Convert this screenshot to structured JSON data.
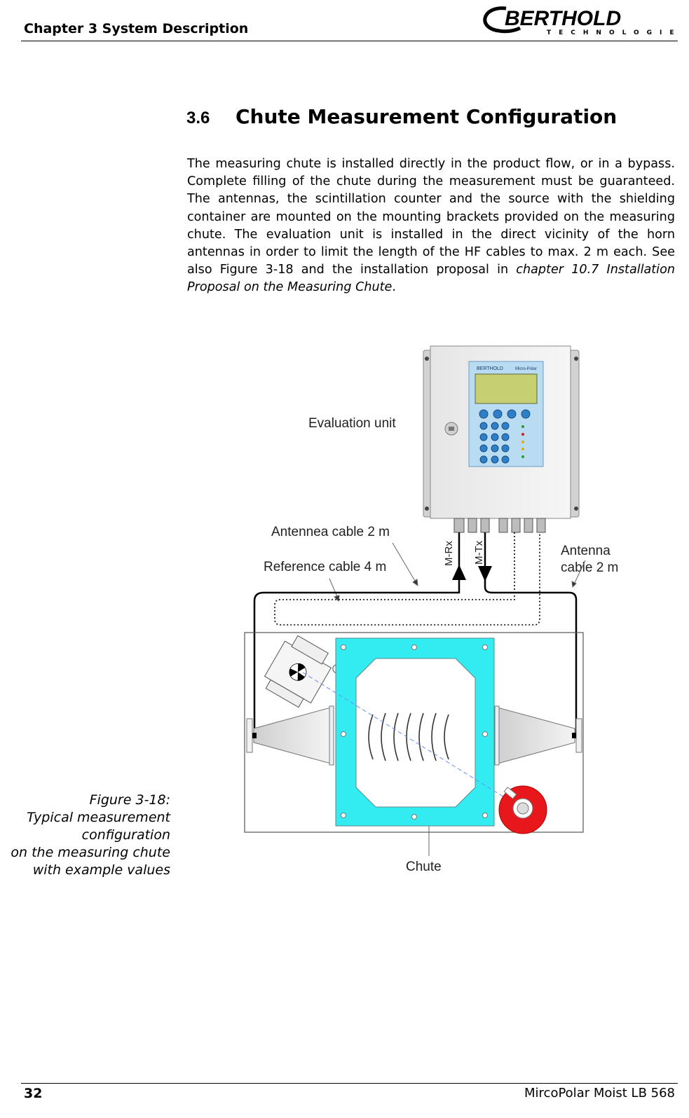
{
  "header": {
    "chapter": "Chapter 3 System Description",
    "logo_text": "BERTHOLD",
    "logo_sub": "TECHNOLOGIES"
  },
  "section": {
    "number": "3.6",
    "title": "Chute Measurement Configuration"
  },
  "body": {
    "text_before": "The measuring chute is installed directly in the product flow, or in a bypass. Complete filling of the chute during the measurement must be guaranteed. The antennas, the scintillation counter and the source with the shielding container are mounted on the mounting brackets provided on the measuring chute. The evaluation unit is installed in the direct vicinity of the horn antennas in order to limit the length of the HF cables to max. 2 m each. See also Figure 3-18 and the installation proposal in ",
    "link_italic": "chapter 10.7 Installation Proposal on the Measuring Chute",
    "text_after": "."
  },
  "caption": {
    "line1": "Figure 3-18:",
    "line2": "Typical measurement",
    "line3": "configuration",
    "line4": "on the measuring chute",
    "line5": "with example values"
  },
  "figure": {
    "evaluation_unit": "Evaluation unit",
    "antenna_cable_left": "Antennea cable 2 m",
    "reference_cable": "Reference cable 4 m",
    "m_rx": "M-Rx",
    "m_tx": "M-Tx",
    "antenna_cable_right_1": "Antenna",
    "antenna_cable_right_2": "cable 2 m",
    "chute": "Chute",
    "device_brand": "BERTHOLD",
    "device_model": "Micro-Polar"
  },
  "colors": {
    "chute_cyan": "#33ecf2",
    "key_blue": "#2f7fc8",
    "display_green": "#c6cf72",
    "device_panel": "#a9d4ef",
    "source_red": "#e8171b"
  },
  "footer": {
    "page_number": "32",
    "doc_name": "MircoPolar Moist LB 568"
  }
}
